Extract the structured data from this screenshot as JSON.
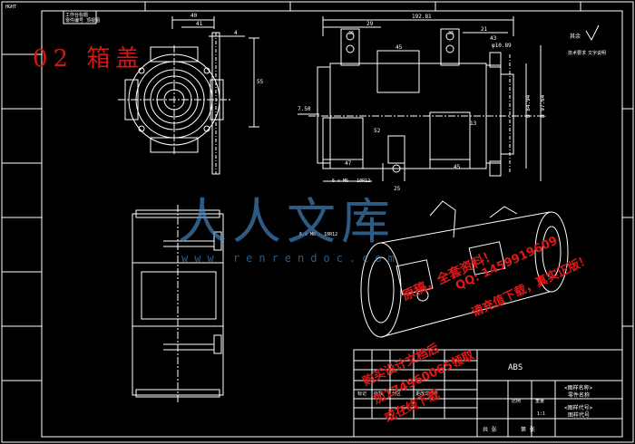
{
  "drawing": {
    "corner_label": "HGHT",
    "top_label_1": "工作台标题",
    "top_label_2": "零件编号 顶视图",
    "front_dims": {
      "d40": "40",
      "d41": "41",
      "d4": "4",
      "d55": "55"
    },
    "top_dims": {
      "d192": "192.81",
      "d29": "29",
      "d36a": "36",
      "d36b": "36",
      "d45a": "45",
      "d21": "21",
      "d43": "43",
      "d750": "7.50",
      "d52": "52",
      "d47": "47",
      "d25": "25",
      "d45b": "45",
      "d13": "13",
      "d1089": "φ10.89",
      "diam1": "φ 84.94",
      "diam2": "φ 97.64",
      "thread1": "6 x M6 - 10R12",
      "thread2": "6 x M6 - 10R12"
    },
    "right_notes": {
      "n1": "其余",
      "n2": "技术要求",
      "n3": "文字说明"
    },
    "title_block": {
      "material": "ABS",
      "part_name_1": "<图样名称>",
      "part_name_2": "零件名称",
      "part_code_1": "<图样代号>",
      "part_code_2": "图样代号",
      "row_a": "标记",
      "row_b": "处数",
      "row_c": "分区",
      "row_d": "更改文件号",
      "scale_label": "比例",
      "weight_label": "重量",
      "scale": "1:1",
      "count": "共 张",
      "sheet": "第 张"
    }
  },
  "overlay": {
    "title": "02 箱盖",
    "watermark_cn": "人人文库",
    "watermark_url": "www.renrendoc.com",
    "promo_1": "原稿，全套资料！",
    "promo_2": "QQ: 1459919609",
    "promo_3": "请充值下载，真实正版！",
    "promo_4": "购买设计文档后",
    "promo_5": "加174960065领取",
    "promo_6": "或在线下载"
  },
  "colors": {
    "line": "#ffffff",
    "frame": "#ffffff",
    "accent_red": "#d01818",
    "watermark": "#468cc8"
  }
}
